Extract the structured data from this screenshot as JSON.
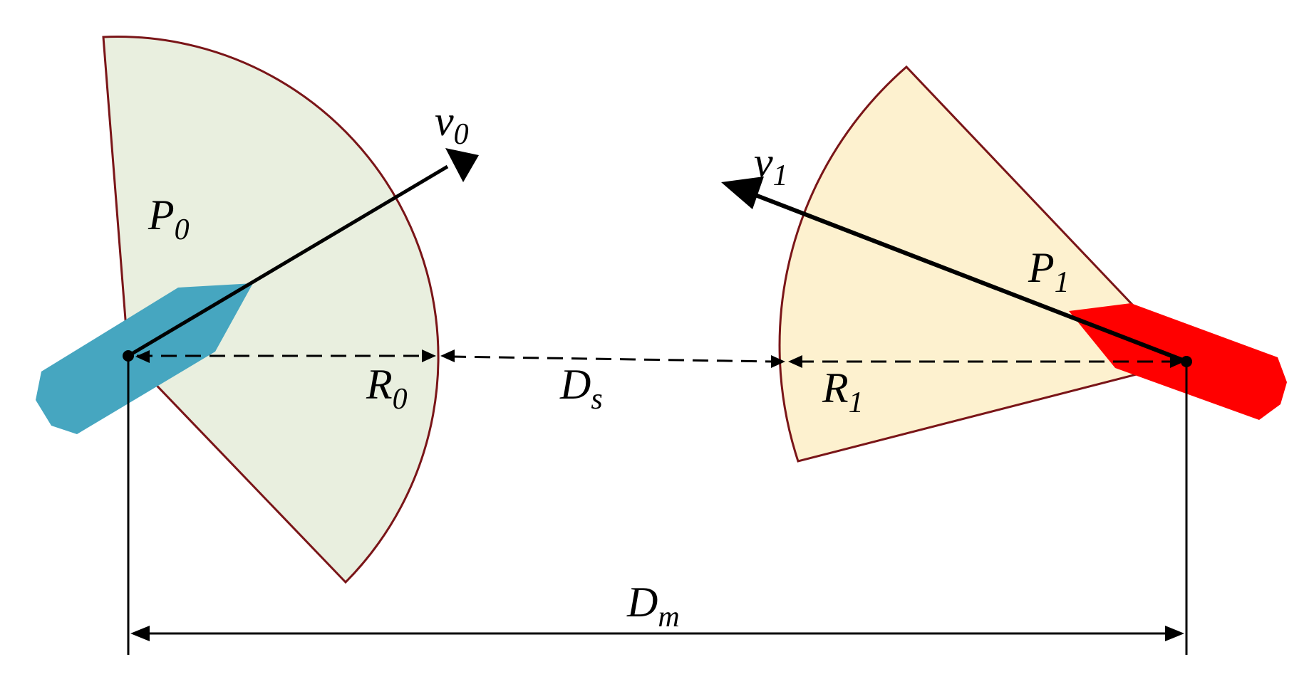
{
  "colors": {
    "sector_left_fill": "#e9efdf",
    "sector_right_fill": "#fdf1cf",
    "sector_stroke": "#7a1518",
    "agent_left": "#46a6c0",
    "agent_right": "#ff0000",
    "ink": "#000000"
  },
  "labels": {
    "v0": {
      "main": "v",
      "sub": "0"
    },
    "v1": {
      "main": "v",
      "sub": "1"
    },
    "P0": {
      "main": "P",
      "sub": "0"
    },
    "P1": {
      "main": "P",
      "sub": "1"
    },
    "R0": {
      "main": "R",
      "sub": "0"
    },
    "R1": {
      "main": "R",
      "sub": "1"
    },
    "Ds": {
      "main": "D",
      "sub": "s"
    },
    "Dm": {
      "main": "D",
      "sub": "m"
    }
  }
}
